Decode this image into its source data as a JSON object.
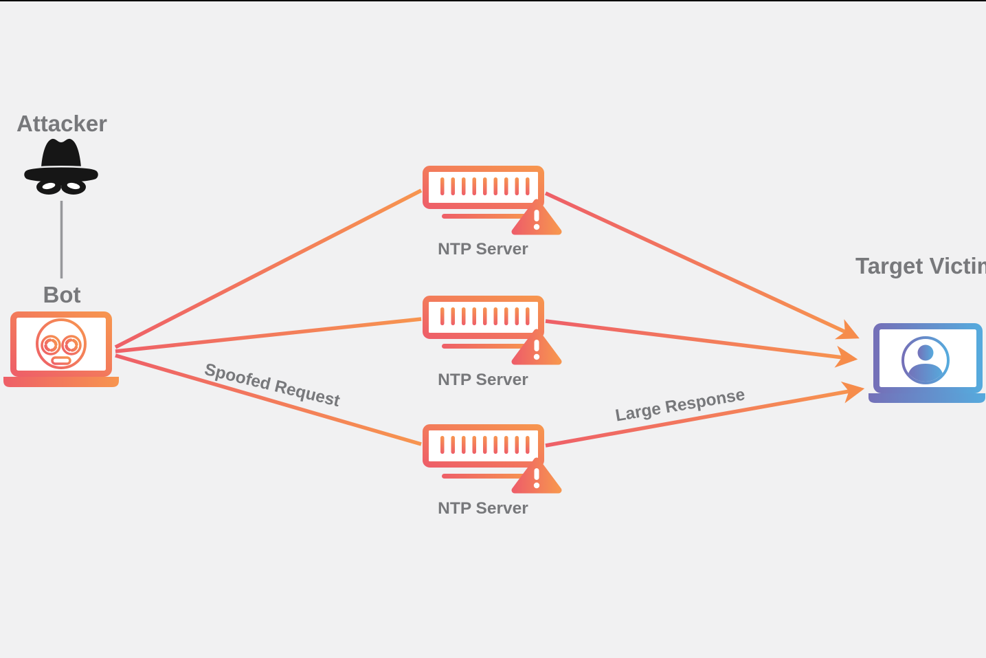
{
  "diagram": {
    "nodes": {
      "attacker": {
        "label": "Attacker",
        "icon": "spy-incognito-icon"
      },
      "bot": {
        "label": "Bot",
        "icon": "robot-laptop-icon"
      },
      "servers": [
        {
          "label": "NTP Server",
          "icon": "server-rack-icon",
          "status_icon": "warning-triangle-icon"
        },
        {
          "label": "NTP Server",
          "icon": "server-rack-icon",
          "status_icon": "warning-triangle-icon"
        },
        {
          "label": "NTP Server",
          "icon": "server-rack-icon",
          "status_icon": "warning-triangle-icon"
        }
      ],
      "victim": {
        "label": "Target Victim",
        "icon": "user-laptop-icon"
      }
    },
    "edges": {
      "request": {
        "label": "Spoofed Request"
      },
      "response": {
        "label": "Large Response"
      }
    }
  },
  "colors": {
    "background": "#f1f1f2",
    "top_border": "#000000",
    "label_gray": "#77787b",
    "line_gray": "#97989b",
    "grad_pink": "#ee5f68",
    "grad_orange": "#f7954f",
    "arrow_orange": "#f68c4b",
    "victim_purple": "#7470b8",
    "victim_blue": "#56aadd",
    "icon_black": "#161616",
    "white": "#ffffff"
  }
}
